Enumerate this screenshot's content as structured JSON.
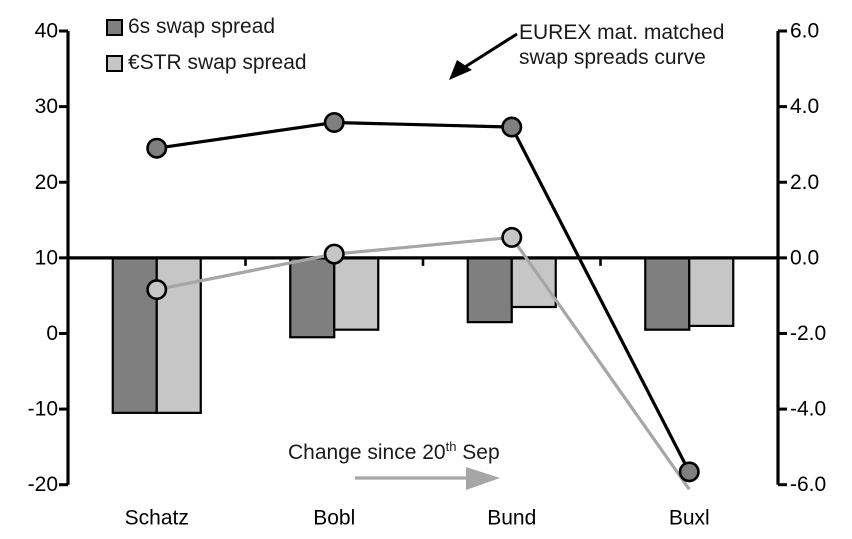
{
  "figure": {
    "background": "#ffffff",
    "legend": [
      {
        "label": "6s swap spread",
        "swatch": "#7f7f7f"
      },
      {
        "label": "€STR swap spread",
        "swatch": "#c6c6c6"
      }
    ],
    "curve_annotation": {
      "line1": "EUREX mat. matched",
      "line2": "swap spreads curve"
    },
    "change_note": {
      "prefix": "Change since 20",
      "sup": "th",
      "suffix": " Sep"
    }
  },
  "chart_data": {
    "type": "combo",
    "categories": [
      "Schatz",
      "Bobl",
      "Bund",
      "Buxl"
    ],
    "left_axis": {
      "range": [
        -20,
        40
      ],
      "ticks": [
        40,
        30,
        20,
        10,
        0,
        -10,
        -20
      ],
      "labels": [
        "40",
        "30",
        "20",
        "10",
        "0",
        "-10",
        "-20"
      ]
    },
    "right_axis": {
      "range": [
        -6,
        6
      ],
      "ticks": [
        6,
        4,
        2,
        0,
        -2,
        -4,
        -6
      ],
      "labels": [
        "6.0",
        "4.0",
        "2.0",
        "0.0",
        "-2.0",
        "-4.0",
        "-6.0"
      ]
    },
    "bar_baseline_right_value": 0,
    "grid": false,
    "legend_position": "top-left",
    "series": [
      {
        "name": "6s swap spread change",
        "type": "bar",
        "axis": "right",
        "color": "#7f7f7f",
        "values": [
          -4.1,
          -2.1,
          -1.7,
          -1.9
        ]
      },
      {
        "name": "€STR swap spread change",
        "type": "bar",
        "axis": "right",
        "color": "#c6c6c6",
        "values": [
          -4.1,
          -1.9,
          -1.3,
          -1.8
        ]
      },
      {
        "name": "6s swap spread level (EUREX mat. matched curve)",
        "type": "line",
        "axis": "left",
        "color": "#000000",
        "marker_fill": "#7f7f7f",
        "values": [
          24.5,
          27.9,
          27.3,
          -18.3
        ],
        "markers": [
          true,
          true,
          true,
          true
        ]
      },
      {
        "name": "€STR swap spread level",
        "type": "line",
        "axis": "left",
        "color": "#a6a6a6",
        "marker_fill": "#c6c6c6",
        "values": [
          5.8,
          10.5,
          12.7,
          -20.6
        ],
        "markers": [
          true,
          true,
          true,
          false
        ]
      }
    ]
  }
}
